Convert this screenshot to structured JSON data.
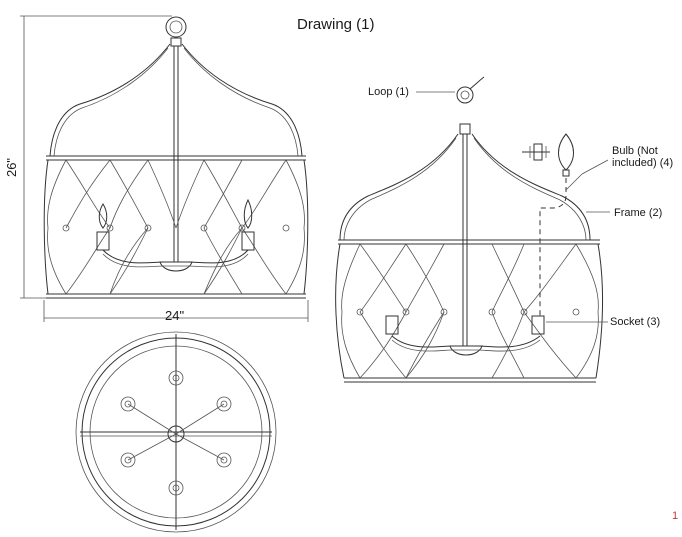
{
  "title": "Drawing (1)",
  "dimensions": {
    "height": "26\"",
    "width": "24\""
  },
  "parts": [
    {
      "label": "Loop (1)"
    },
    {
      "label": "Bulb (Not\nincluded) (4)"
    },
    {
      "label": "Frame (2)"
    },
    {
      "label": "Socket (3)"
    }
  ],
  "page_number": "1",
  "colors": {
    "line": "#333333",
    "page_number": "#c0392b"
  }
}
